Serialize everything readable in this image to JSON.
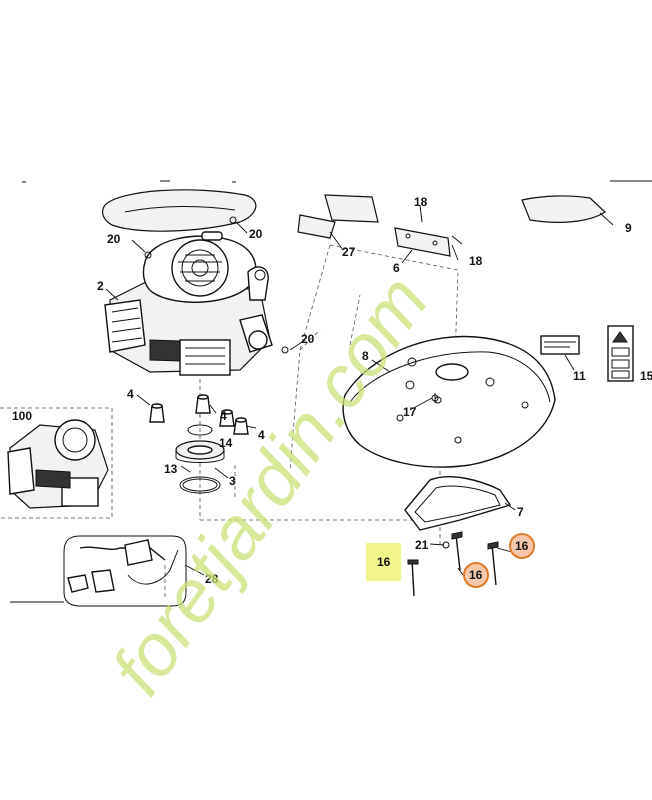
{
  "watermark": {
    "text": "foretjardin.com",
    "color": "#c9e07a"
  },
  "colors": {
    "highlight_square": "#f1f58a",
    "highlight_circle_fill": "#f6c7a9",
    "highlight_circle_stroke": "#e07a2b",
    "line": "#111111"
  },
  "callouts": {
    "c2": "2",
    "c3": "3",
    "c4a": "4",
    "c4b": "4",
    "c4c": "4",
    "c6": "6",
    "c7": "7",
    "c8": "8",
    "c9": "9",
    "c11": "11",
    "c13": "13",
    "c14": "14",
    "c15": "15",
    "c16_square": "16",
    "c16_circle_a": "16",
    "c16_circle_b": "16",
    "c17": "17",
    "c18a": "18",
    "c18b": "18",
    "c20a": "20",
    "c20b": "20",
    "c20c": "20",
    "c21": "21",
    "c27": "27",
    "c28": "28",
    "c100": "100"
  }
}
